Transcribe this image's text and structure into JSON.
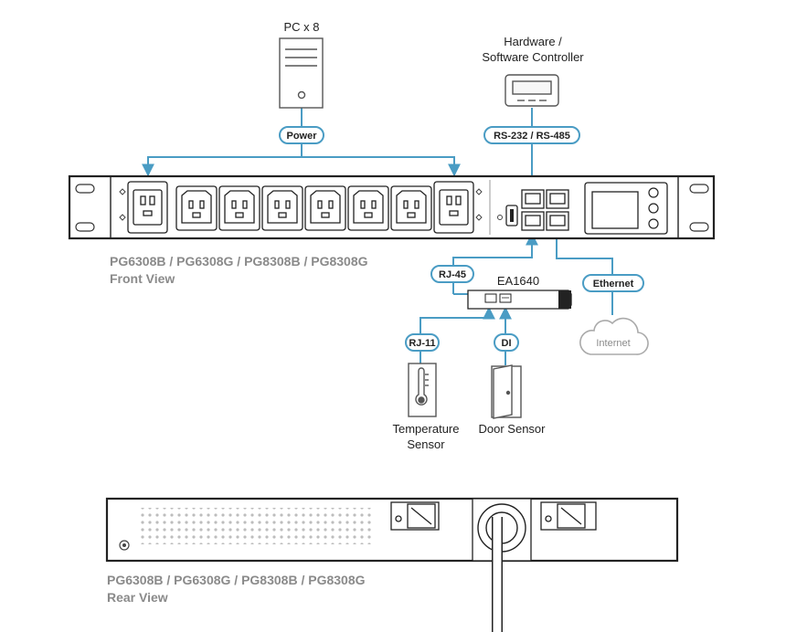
{
  "labels": {
    "pc": "PC x 8",
    "controller_line1": "Hardware /",
    "controller_line2": "Software Controller",
    "front_model": "PG6308B / PG6308G / PG8308B / PG8308G",
    "front_view": "Front View",
    "rear_model": "PG6308B / PG6308G / PG8308B / PG8308G",
    "rear_view": "Rear View",
    "ea": "EA1640",
    "temp_line1": "Temperature",
    "temp_line2": "Sensor",
    "door": "Door Sensor",
    "internet": "Internet"
  },
  "pills": {
    "power": "Power",
    "rs": "RS-232 / RS-485",
    "rj45": "RJ-45",
    "ethernet": "Ethernet",
    "rj11": "RJ-11",
    "di": "DI"
  },
  "icons": [
    "pc-tower-icon",
    "controller-icon",
    "cloud-icon",
    "thermometer-icon",
    "door-icon",
    "usb-icon",
    "rj45-port-icon",
    "outlet-icon"
  ],
  "colors": {
    "line": "#4a9cc4",
    "outline": "#222222",
    "gray_text": "#8a8a8a"
  }
}
